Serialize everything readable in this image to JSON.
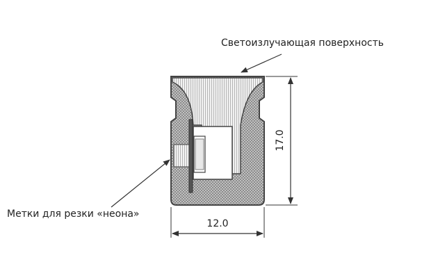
{
  "labels": {
    "surface": "Светоизлучающая поверхность",
    "cut_marks": "Метки для резки «неона»"
  },
  "dimensions": {
    "width": "12.0",
    "height": "17.0"
  },
  "colors": {
    "outline": "#444444",
    "text": "#222222",
    "line": "#333333"
  }
}
